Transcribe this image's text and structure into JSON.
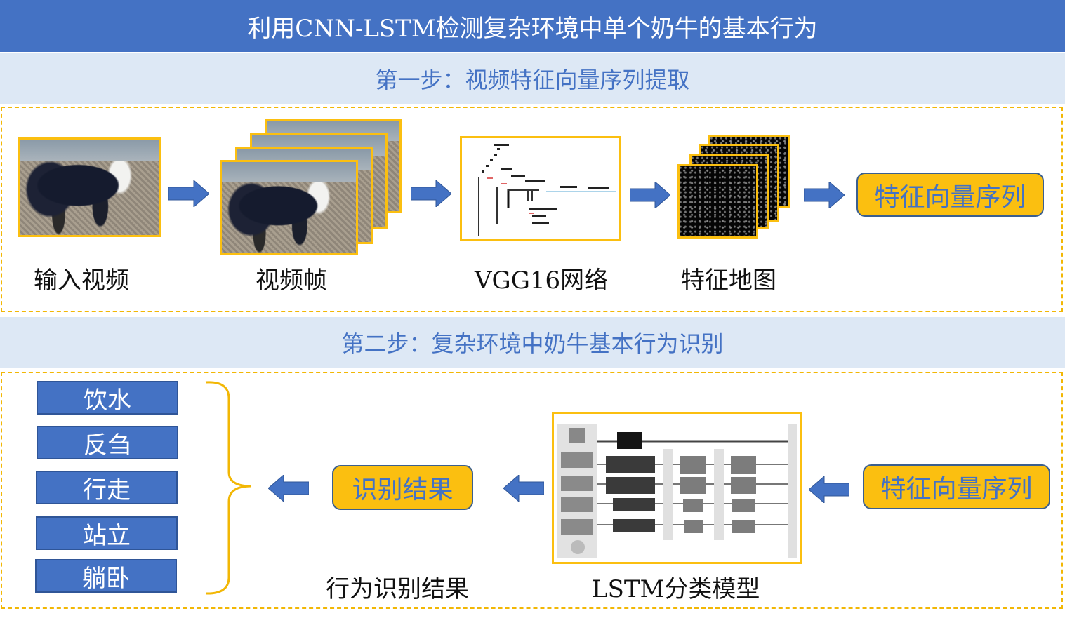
{
  "title": "利用CNN-LSTM检测复杂环境中单个奶牛的基本行为",
  "step1": {
    "heading": "第一步：视频特征向量序列提取",
    "captions": {
      "input_video": "输入视频",
      "video_frames": "视频帧",
      "vgg16": "VGG16网络",
      "feature_maps": "特征地图"
    },
    "output_box": "特征向量序列"
  },
  "step2": {
    "heading": "第二步：复杂环境中奶牛基本行为识别",
    "input_box": "特征向量序列",
    "model_caption": "LSTM分类模型",
    "result_box": "识别结果",
    "result_caption": "行为识别结果",
    "behaviors": [
      "饮水",
      "反刍",
      "行走",
      "站立",
      "躺卧"
    ]
  },
  "colors": {
    "primary_blue": "#4472c4",
    "light_blue": "#dde8f5",
    "accent_yellow": "#fbbf10",
    "dash_yellow": "#f2b705"
  },
  "icons": {
    "arrow_right": "arrow-right-icon",
    "arrow_left": "arrow-left-icon",
    "brace": "right-curly-brace-icon"
  }
}
